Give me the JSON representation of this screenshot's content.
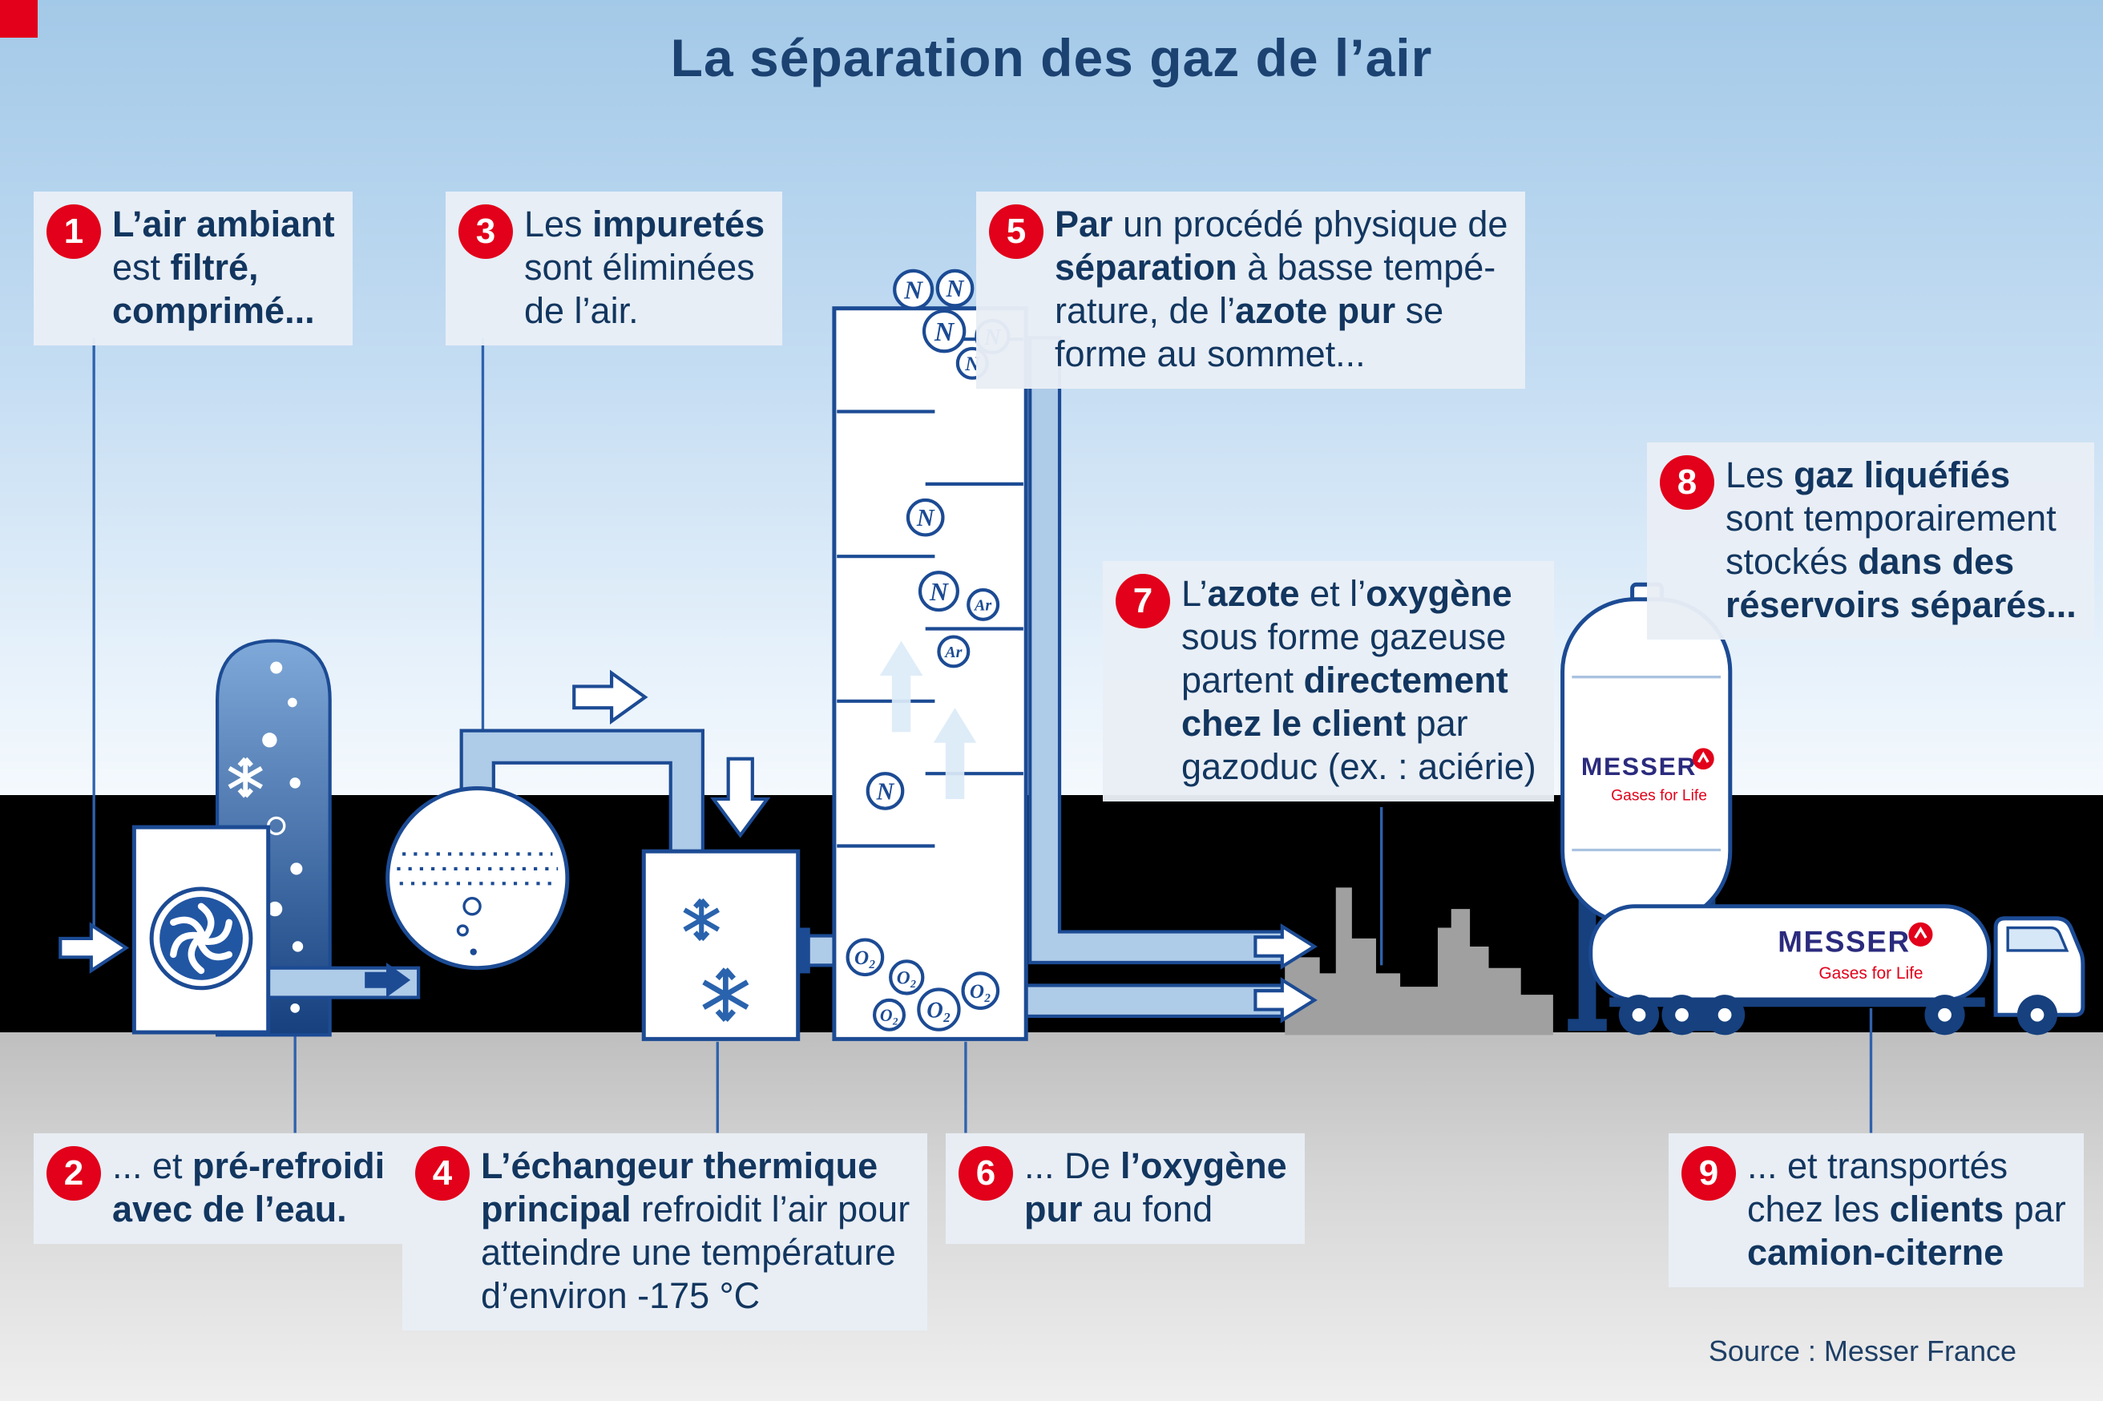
{
  "title": "La séparation des gaz de l’air",
  "source": "Source : Messer France",
  "logo": {
    "name": "MESSER",
    "tagline": "Gases for Life"
  },
  "molecules": {
    "n": "N",
    "o2": "O₂",
    "ar": "Ar"
  },
  "colors": {
    "brand_red": "#e2001a",
    "outline_blue": "#1c4b94",
    "text_blue": "#12365f",
    "logo_blue": "#2b2b7e",
    "sky_blue": "#a3c9e8"
  },
  "steps": [
    {
      "num": "1",
      "segments": [
        {
          "t": "L’air ambiant\n",
          "b": true
        },
        {
          "t": "est ",
          "b": false
        },
        {
          "t": "filtré,\ncomprimé...",
          "b": true
        }
      ]
    },
    {
      "num": "2",
      "segments": [
        {
          "t": "... et ",
          "b": false
        },
        {
          "t": "pré-refroidi\navec de l’eau.",
          "b": true
        }
      ]
    },
    {
      "num": "3",
      "segments": [
        {
          "t": "Les ",
          "b": false
        },
        {
          "t": "impuretés",
          "b": true
        },
        {
          "t": "\nsont éliminées\nde l’air.",
          "b": false
        }
      ]
    },
    {
      "num": "4",
      "segments": [
        {
          "t": "L’échangeur thermique\nprincipal",
          "b": true
        },
        {
          "t": " refroidit l’air pour\natteindre une température\nd’environ -175 °C",
          "b": false
        }
      ]
    },
    {
      "num": "5",
      "segments": [
        {
          "t": "Par",
          "b": true
        },
        {
          "t": " un procédé physique de\n",
          "b": false
        },
        {
          "t": "séparation",
          "b": true
        },
        {
          "t": " à basse tempé-\nrature, de l’",
          "b": false
        },
        {
          "t": "azote pur",
          "b": true
        },
        {
          "t": " se\nforme au sommet...",
          "b": false
        }
      ]
    },
    {
      "num": "6",
      "segments": [
        {
          "t": "... De ",
          "b": false
        },
        {
          "t": "l’oxygène\npur",
          "b": true
        },
        {
          "t": " au fond",
          "b": false
        }
      ]
    },
    {
      "num": "7",
      "segments": [
        {
          "t": "L’",
          "b": false
        },
        {
          "t": "azote",
          "b": true
        },
        {
          "t": " et l’",
          "b": false
        },
        {
          "t": "oxygène",
          "b": true
        },
        {
          "t": "\nsous forme gazeuse\npartent ",
          "b": false
        },
        {
          "t": "directement\nchez le client",
          "b": true
        },
        {
          "t": " par\ngazoduc (ex. : aciérie)",
          "b": false
        }
      ]
    },
    {
      "num": "8",
      "segments": [
        {
          "t": "Les ",
          "b": false
        },
        {
          "t": "gaz liquéfiés",
          "b": true
        },
        {
          "t": "\nsont temporairement\nstockés ",
          "b": false
        },
        {
          "t": "dans des\nréservoirs séparés...",
          "b": true
        }
      ]
    },
    {
      "num": "9",
      "segments": [
        {
          "t": "... et transportés\nchez les ",
          "b": false
        },
        {
          "t": "clients",
          "b": true
        },
        {
          "t": " par\n",
          "b": false
        },
        {
          "t": "camion-citerne",
          "b": true
        }
      ]
    }
  ]
}
